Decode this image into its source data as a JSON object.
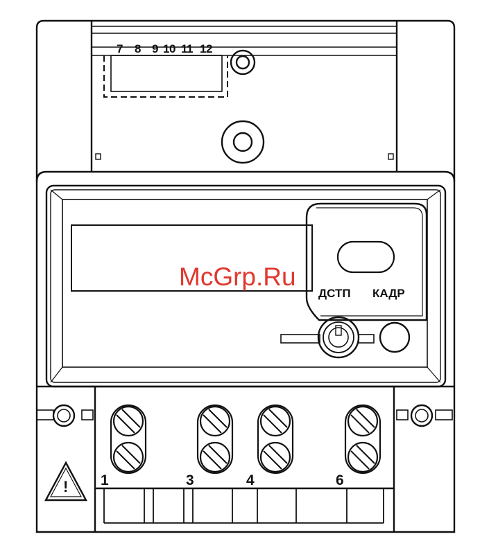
{
  "watermark": "McGrp.Ru",
  "top_pins": [
    "7",
    "8",
    "9",
    "10",
    "11",
    "12"
  ],
  "buttons": {
    "left_label": "ДСТП",
    "right_label": "КАДР"
  },
  "terminals": [
    "1",
    "3",
    "4",
    "6"
  ],
  "warning_symbol": "!",
  "colors": {
    "line": "#111111",
    "watermark": "#e0382f",
    "background": "#ffffff"
  }
}
